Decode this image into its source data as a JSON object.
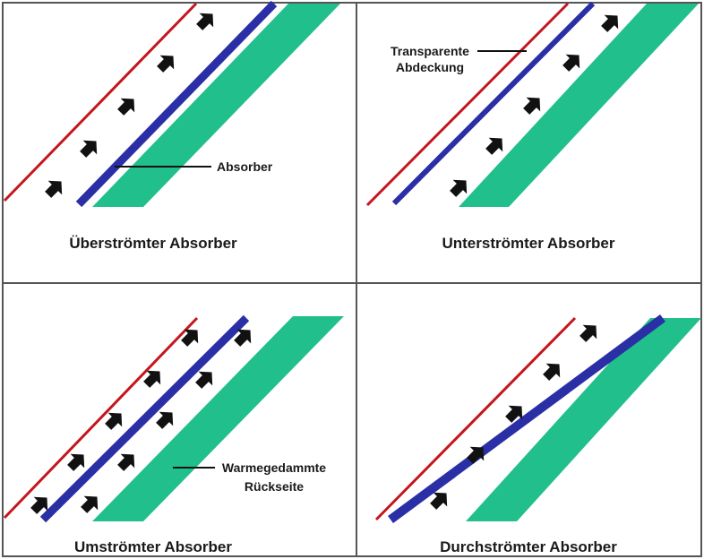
{
  "panels": [
    {
      "caption": "Überströmter Absorber",
      "annotation": [
        "Absorber"
      ]
    },
    {
      "caption": "Unterströmter Absorber",
      "annotation": [
        "Transparente",
        "Abdeckung"
      ]
    },
    {
      "caption": "Umströmter Absorber",
      "annotation": [
        "Warmegedammte",
        "Rückseite"
      ]
    },
    {
      "caption": "Durchströmter Absorber",
      "annotation": []
    }
  ],
  "colors": {
    "cover_line": "#c4161c",
    "absorber": "#2b2fa6",
    "insulation": "#20bf8c",
    "flow_arrow": "#111111",
    "border": "#555555"
  },
  "icons": {
    "flow": "flow-arrow-icon"
  }
}
